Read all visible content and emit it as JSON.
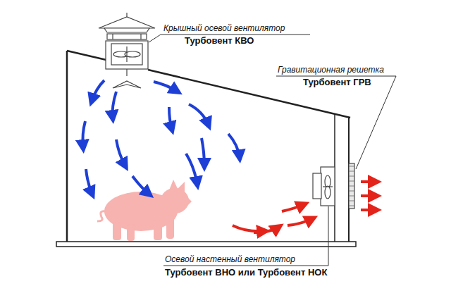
{
  "diagram": {
    "labels": [
      "Крышный осевой вентилятор",
      "Турбовент КВО",
      "Гравитационная решетка",
      "Турбовент ГРВ",
      "Осевой настенный вентилятор",
      "Турбовент ВНО или Турбовент НОК"
    ]
  }
}
